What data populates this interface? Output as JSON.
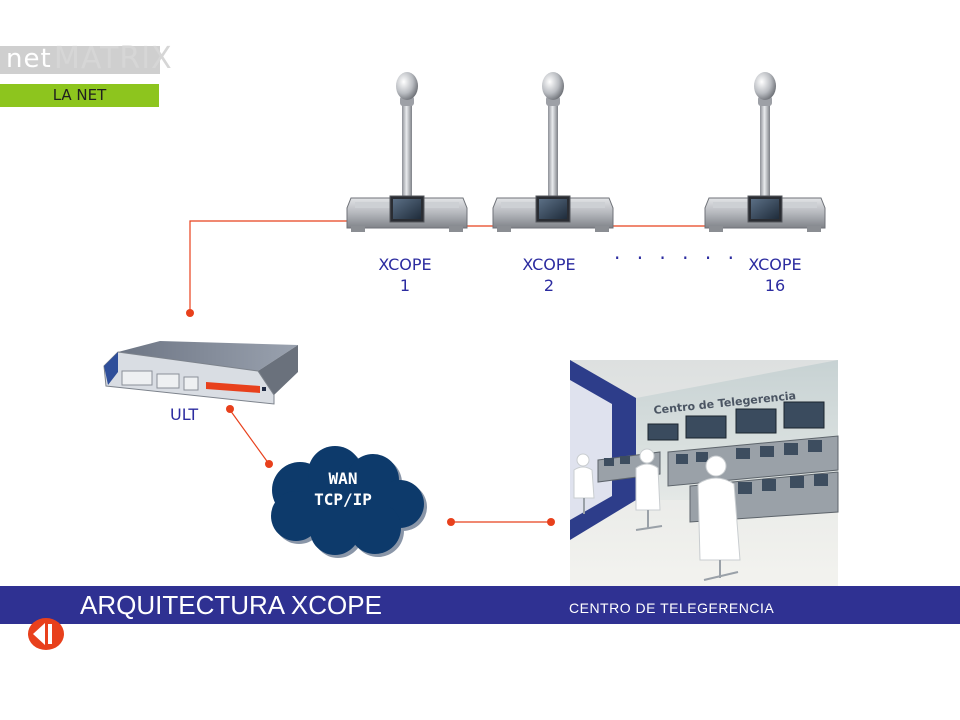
{
  "logo": {
    "prefix": "net",
    "suffix": "MATRIX",
    "tagline": "LA NET"
  },
  "nodes": {
    "xcope1": {
      "line1": "XCOPE",
      "line2": "1"
    },
    "xcope2": {
      "line1": "XCOPE",
      "line2": "2"
    },
    "xcope16": {
      "line1": "XCOPE",
      "line2": "16"
    },
    "ellipsis": "· · · · · ·",
    "ult": "ULT",
    "wan": {
      "line1": "WAN",
      "line2": "TCP/IP"
    }
  },
  "photo": {
    "sign": "Centro de Telegerencia"
  },
  "footer": {
    "title": "ARQUITECTURA XCOPE",
    "subtitle": "CENTRO DE TELEGERENCIA"
  },
  "colors": {
    "accent_blue": "#2f3192",
    "brand_green": "#8dc51e",
    "connector": "#e8401c",
    "cloud": "#0d3a6b"
  },
  "icons": {
    "back": "back-arrow-icon"
  }
}
